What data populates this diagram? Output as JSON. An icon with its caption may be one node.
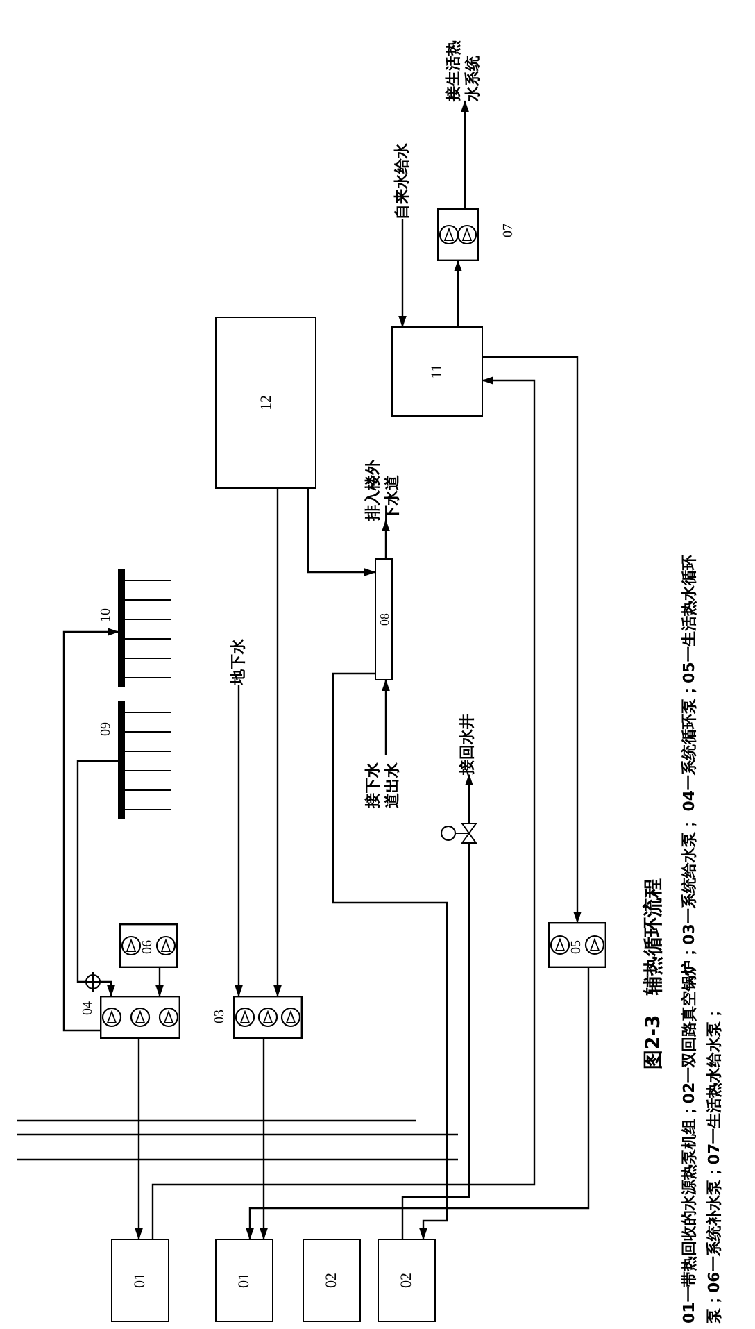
{
  "diagram": {
    "title": "图2-3　辅热循环流程",
    "caption": "01一带热回收的水源热泵机组；02一双回路真空锅炉；03一系统给水泵； 04一系统循环泵；05一生活热水循环泵；06一系统补水泵；07一生活热水给水泵；",
    "nodes": [
      {
        "text": [
          "12"
        ]
      },
      {
        "text": [
          "11"
        ]
      },
      {
        "text": [
          "07"
        ]
      },
      {
        "text": [
          "10"
        ]
      },
      {
        "text": [
          "09"
        ]
      },
      {
        "text": [
          "08"
        ]
      },
      {
        "text": [
          "04"
        ]
      },
      {
        "text": [
          "06"
        ]
      },
      {
        "text": [
          "03"
        ]
      },
      {
        "text": [
          "05"
        ]
      },
      {
        "text": [
          "01"
        ]
      },
      {
        "text": [
          "01"
        ]
      },
      {
        "text": [
          "02"
        ]
      },
      {
        "text": [
          "02"
        ]
      },
      {
        "text": [
          "自来水给水"
        ]
      },
      {
        "text": [
          "接生活热水系统"
        ]
      },
      {
        "text": [
          "排入楼外下水道"
        ]
      },
      {
        "text": [
          "地下水"
        ]
      },
      {
        "text": [
          "接下水道出水"
        ]
      },
      {
        "text": [
          "接回水井"
        ]
      }
    ],
    "edges": [
      {
        "from": 14,
        "to": 1,
        "arrow": "to"
      },
      {
        "from": 1,
        "to": 2,
        "arrow": "to"
      },
      {
        "from": 2,
        "to": 15,
        "arrow": "to"
      },
      {
        "from": 17,
        "to": 8,
        "arrow": "to"
      },
      {
        "from": 0,
        "to": 8,
        "arrow": "to"
      },
      {
        "from": 5,
        "to": 16,
        "arrow": "to"
      },
      {
        "from": 18,
        "to": 5,
        "arrow": "to"
      },
      {
        "from": 0,
        "to": 5,
        "arrow": "to"
      },
      {
        "from": 5,
        "to": 13,
        "arrow": "to"
      },
      {
        "from": 13,
        "to": 19,
        "arrow": "to"
      },
      {
        "from": 1,
        "to": 9,
        "arrow": "to"
      },
      {
        "from": 9,
        "to": 11,
        "arrow": "to"
      },
      {
        "from": 10,
        "to": 1,
        "arrow": "to"
      },
      {
        "from": 6,
        "to": 3,
        "arrow": "to"
      },
      {
        "from": 4,
        "to": 6,
        "arrow": "to"
      },
      {
        "from": 7,
        "to": 6,
        "arrow": "to"
      },
      {
        "from": 8,
        "to": 11,
        "arrow": "to"
      },
      {
        "from": 6,
        "to": 10,
        "arrow": "to"
      }
    ]
  }
}
